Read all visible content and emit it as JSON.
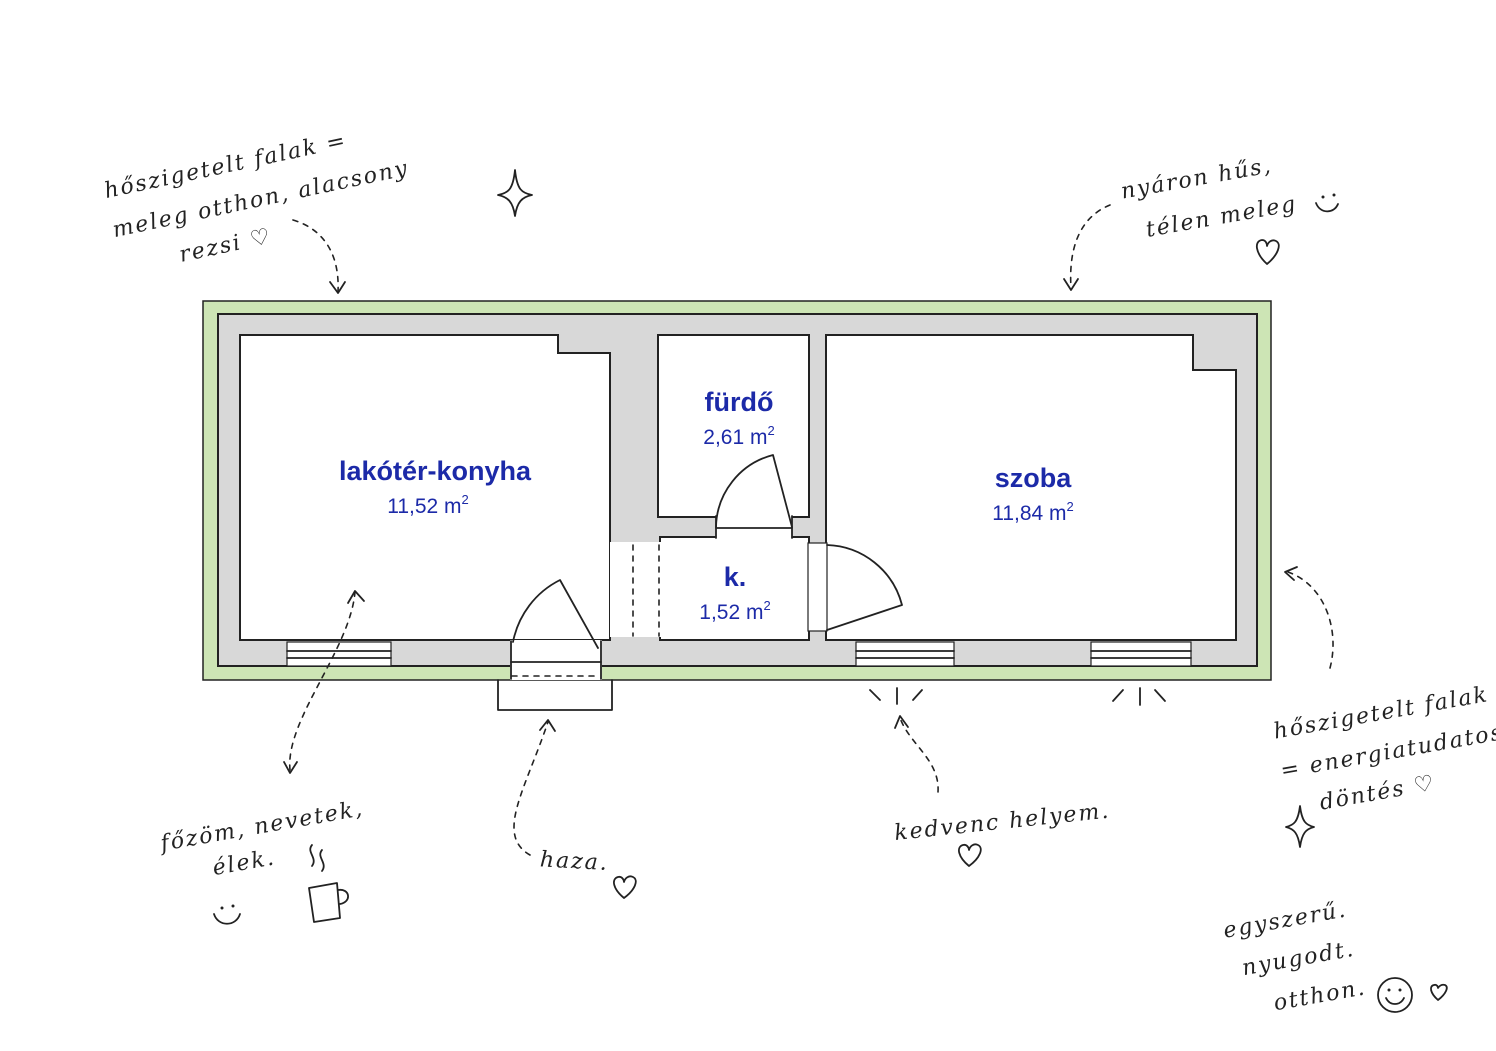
{
  "rooms": {
    "living": {
      "name": "lakótér-konyha",
      "area": "11,52 m",
      "sup": "2"
    },
    "bath": {
      "name": "fürdő",
      "area": "2,61 m",
      "sup": "2"
    },
    "hall": {
      "name": "k.",
      "area": "1,52 m",
      "sup": "2"
    },
    "bedroom": {
      "name": "szoba",
      "area": "11,84 m",
      "sup": "2"
    }
  },
  "notes": {
    "top_left": [
      "hőszigetelt falak =",
      "meleg otthon, alacsony",
      "rezsi ♡"
    ],
    "top_right": [
      "nyáron hűs,",
      "télen meleg"
    ],
    "right": [
      "hőszigetelt falak",
      "= energiatudatos",
      "döntés ♡"
    ],
    "bottom_left": [
      "főzöm, nevetek,",
      "élek."
    ],
    "entrance": "haza.",
    "window": "kedvenc helyem.",
    "bottom_right": [
      "egyszerű.",
      "nyugodt.",
      "otthon."
    ]
  },
  "colors": {
    "label": "#1c2aa8",
    "wall": "#d8d8d8",
    "insulation": "#cde5b5",
    "ink": "#222222"
  },
  "icons": [
    "sparkle-icon",
    "heart-icon",
    "smiley-icon",
    "coffee-cup-icon",
    "arrow-icon"
  ]
}
